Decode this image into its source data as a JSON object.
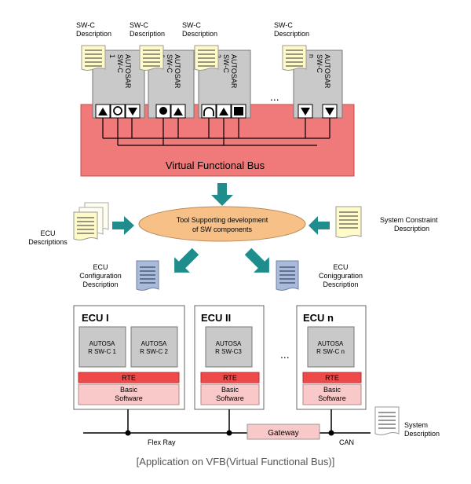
{
  "swc_descriptions": [
    {
      "label": [
        "SW-C",
        "Description"
      ],
      "component": [
        "AUTOSAR",
        "SW-C",
        "1"
      ]
    },
    {
      "label": [
        "SW-C",
        "Description"
      ],
      "component": [
        "AUTOSAR",
        "SW-C",
        "2"
      ]
    },
    {
      "label": [
        "SW-C",
        "Description"
      ],
      "component": [
        "AUTOSAR",
        "SW-C",
        "3"
      ]
    },
    {
      "label": [
        "SW-C",
        "Description"
      ],
      "component": [
        "AUTOSAR",
        "SW-C",
        "n"
      ]
    }
  ],
  "ellipsis": "...",
  "vfb_label": "Virtual Functional Bus",
  "tool_label": [
    "Tool Supporting development",
    "of SW components"
  ],
  "ecu_descriptions_label": [
    "ECU",
    "Descriptions"
  ],
  "system_constraint_label": [
    "System Constraint",
    "Description"
  ],
  "ecu_config_left": [
    "ECU",
    "Configuration",
    "Description"
  ],
  "ecu_config_right": [
    "ECU",
    "Conigguration",
    "Description"
  ],
  "ecus": [
    {
      "title": "ECU I",
      "swcs": [
        [
          "AUTOSA",
          "R SW-C 1"
        ],
        [
          "AUTOSA",
          "R SW-C 2"
        ]
      ],
      "rte": "RTE",
      "basic": [
        "Basic",
        "Software"
      ]
    },
    {
      "title": "ECU II",
      "swcs": [
        [
          "AUTOSA",
          "R SW-C3"
        ]
      ],
      "rte": "RTE",
      "basic": [
        "Basic",
        "Software"
      ]
    },
    {
      "title": "ECU n",
      "swcs": [
        [
          "AUTOSA",
          "R SW-C n"
        ]
      ],
      "rte": "RTE",
      "basic": [
        "Basic",
        "Software"
      ]
    }
  ],
  "flexray_label": "Flex Ray",
  "gateway_label": "Gateway",
  "can_label": "CAN",
  "system_description_label": [
    "System",
    "Description"
  ],
  "caption": "[Application on VFB(Virtual Functional Bus)]",
  "colors": {
    "vfb_fill": "#f07a7a",
    "tool_fill": "#f6c087",
    "arrow": "#1f8d8c",
    "swc_box": "#c9c9c9",
    "rte": "#ee4a4a",
    "basic": "#f9c8c8",
    "doc_yellow": "#fffbc8",
    "doc_blue": "#a9bbd9"
  }
}
